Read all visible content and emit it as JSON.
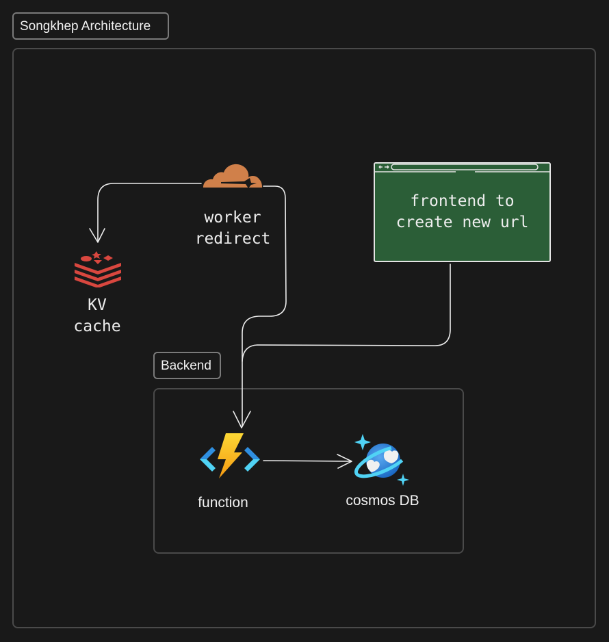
{
  "diagram": {
    "title": "Songkhep Architecture",
    "groups": [
      {
        "id": "backend",
        "label": "Backend"
      }
    ],
    "nodes": {
      "cloudflare_worker": {
        "label": "worker\nredirect",
        "icon": "cloudflare-cloud-icon",
        "color": "#d0804a"
      },
      "kv_cache": {
        "label": "KV\ncache",
        "icon": "redis-stack-icon",
        "color": "#d9473f"
      },
      "frontend": {
        "label": "frontend to\ncreate new url",
        "icon": "browser-window-icon",
        "color": "#2b5e37"
      },
      "function": {
        "label": "function",
        "icon": "azure-function-icon",
        "color": "#f5b90f"
      },
      "cosmos_db": {
        "label": "cosmos DB",
        "icon": "cosmos-db-planet-icon",
        "color": "#2a86de"
      }
    },
    "edges": [
      {
        "from": "cloudflare_worker",
        "to": "kv_cache"
      },
      {
        "from": "cloudflare_worker",
        "to": "function"
      },
      {
        "from": "frontend",
        "to": "function"
      },
      {
        "from": "function",
        "to": "cosmos_db"
      }
    ],
    "colors": {
      "background": "#191919",
      "frame_border": "#4a4a4a",
      "label_border": "#7a7a7a",
      "arrow": "#ececec"
    }
  }
}
